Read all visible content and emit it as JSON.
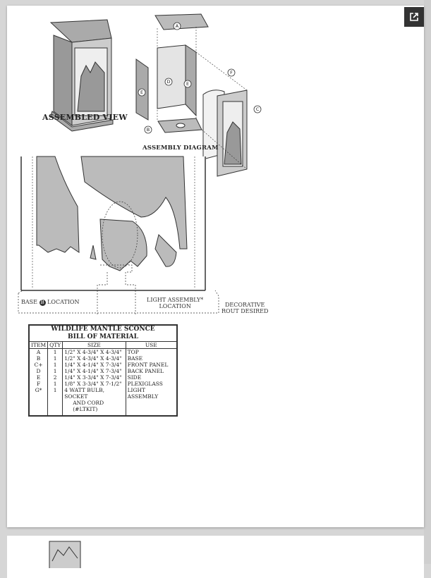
{
  "viewer": {
    "open_icon": "open-in-new-icon"
  },
  "figures": {
    "assembled_view": "ASSEMBLED VIEW",
    "assembly_diagram": "ASSEMBLY DIAGRAM",
    "part_labels": [
      "A",
      "B",
      "C",
      "D",
      "E",
      "E",
      "F"
    ],
    "base_location": "BASE",
    "base_letter": "B",
    "location": "LOCATION",
    "light_assembly_line1": "LIGHT ASSEMBLY*",
    "light_assembly_line2": "LOCATION",
    "decorative_line1": "DECORATIVE",
    "decorative_line2": "ROUT DESIRED"
  },
  "bom": {
    "title1": "WILDLIFE MANTLE SCONCE",
    "title2": "BILL OF MATERIAL",
    "headers": [
      "ITEM",
      "QTY",
      "SIZE",
      "USE"
    ],
    "rows": [
      [
        "A",
        "1",
        "1/2\" X 4-3/4\" X 4-3/4\"",
        "TOP"
      ],
      [
        "B",
        "1",
        "1/2\" X 4-3/4\" X 4-3/4\"",
        "BASE"
      ],
      [
        "C+",
        "1",
        "1/4\" X 4-1/4\" X 7-3/4\"",
        "FRONT PANEL"
      ],
      [
        "D",
        "1",
        "1/4\" X 4-1/4\" X 7-3/4\"",
        "BACK PANEL"
      ],
      [
        "E",
        "2",
        "1/4\" X 3-3/4\" X 7-3/4\"",
        "SIDE"
      ],
      [
        "F",
        "1",
        "1/8\" X 3-3/4\" X 7-1/2\"",
        "PLEXIGLASS"
      ],
      [
        "G*",
        "1",
        "4 WATT BULB, SOCKET",
        "LIGHT ASSEMBLY"
      ],
      [
        "",
        "",
        "AND CORD (#LTKIT)",
        ""
      ]
    ]
  }
}
